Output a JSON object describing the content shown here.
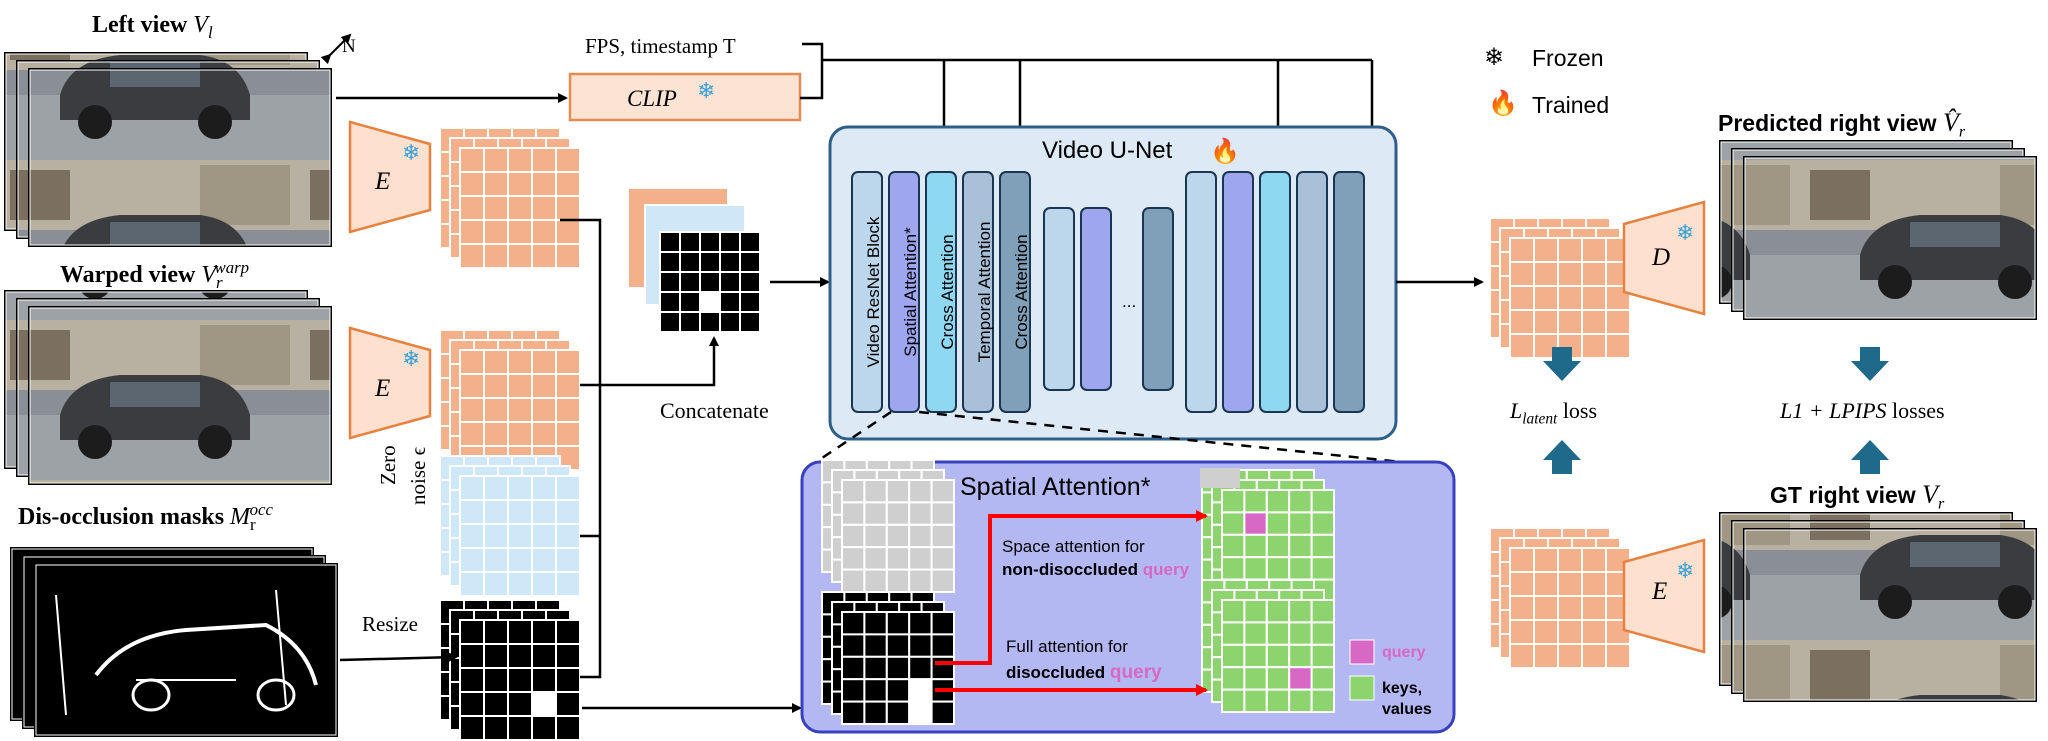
{
  "inputs": {
    "left_view": "Left view",
    "left_view_sym": "V",
    "left_view_sub": "l",
    "north": "N",
    "warped_view": "Warped view",
    "warped_view_sym": "V",
    "warped_view_sub": "r",
    "warped_view_sup": "warp",
    "masks": "Dis-occlusion masks",
    "masks_sym": "M",
    "masks_sub": "r",
    "masks_sup": "occ"
  },
  "encoders": {
    "e": "E",
    "d": "D"
  },
  "clip": {
    "label": "CLIP",
    "cond": "FPS, timestamp T"
  },
  "noise": {
    "line1": "Zero",
    "line2": "noise ϵ"
  },
  "ops": {
    "resize": "Resize",
    "concatenate": "Concatenate"
  },
  "legend": {
    "frozen": "Frozen",
    "trained": "Trained"
  },
  "unet": {
    "title": "Video U-Net",
    "blocks": [
      "Video ResNet Block",
      "Spatial Attention*",
      "Cross Attention",
      "Temporal Attention",
      "Cross Attention"
    ],
    "ellipsis": "..."
  },
  "spatial": {
    "title": "Spatial Attention*",
    "space_line1": "Space attention for",
    "space_line2a": "non-disoccluded",
    "space_line2b": "query",
    "full_line1": "Full attention for",
    "full_line2a": "disoccluded",
    "full_line2b": "query",
    "legend_query": "query",
    "legend_kv1": "keys,",
    "legend_kv2": "values"
  },
  "losses": {
    "latent_L": "L",
    "latent_sub": "latent",
    "latent_tail": " loss",
    "pixel": "L1 + LPIPS",
    "pixel_tail": " losses"
  },
  "outputs": {
    "predicted": "Predicted right view",
    "predicted_sym": "V̂",
    "predicted_sub": "r",
    "gt": "GT right view",
    "gt_sym": "V",
    "gt_sub": "r"
  },
  "colors": {
    "latent": "#f4b08a",
    "noise": "#cfe8f7",
    "mask": "#000000",
    "unet_bg": "#dde9f5",
    "unet_border": "#2e5f8a",
    "spatial_bg": "#b4b8f2",
    "spatial_border": "#3840c0",
    "green": "#8ed46e",
    "query": "#d768c4",
    "arrow_red": "#ff0000",
    "loss_arrow": "#1f6a8a",
    "clip_fill": "#fce3d3",
    "clip_border": "#e58a52",
    "encoder_fill": "#fde0cd",
    "encoder_border": "#e6823e"
  },
  "icons": {
    "frozen": "snowflake-icon",
    "trained": "fire-icon"
  }
}
